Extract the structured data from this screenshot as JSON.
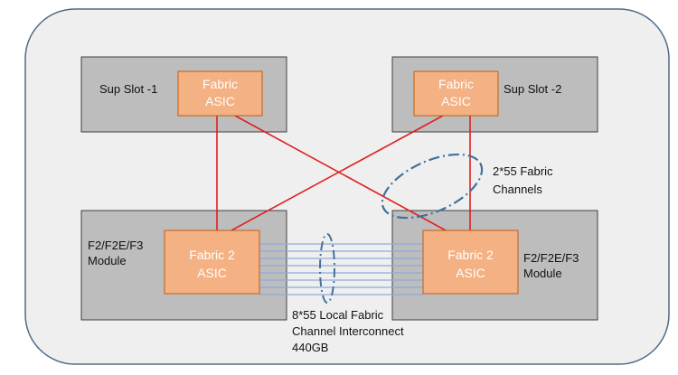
{
  "colors": {
    "chassis_fill": "#efefef",
    "chassis_stroke": "#4d6b8a",
    "slot_fill": "#bdbdbd",
    "slot_stroke": "#404040",
    "asic_fill": "#f4b183",
    "asic_stroke": "#c55a11",
    "fabric_link": "#e02020",
    "local_link": "#8faadc",
    "ellipse_stroke": "#41719c"
  },
  "sup1": {
    "label": "Sup Slot -1",
    "asic": [
      "Fabric",
      "ASIC"
    ]
  },
  "sup2": {
    "label": "Sup Slot -2",
    "asic": [
      "Fabric",
      "ASIC"
    ]
  },
  "mod1": {
    "label": [
      "F2/F2E/F3",
      "Module"
    ],
    "asic": [
      "Fabric 2",
      "ASIC"
    ]
  },
  "mod2": {
    "label": [
      "F2/F2E/F3",
      "Module"
    ],
    "asic": [
      "Fabric 2",
      "ASIC"
    ]
  },
  "fabric_channels": {
    "label": [
      "2*55 Fabric",
      "Channels"
    ]
  },
  "local_interconnect": {
    "label": [
      "8*55 Local Fabric",
      "Channel Interconnect",
      "440GB"
    ]
  }
}
